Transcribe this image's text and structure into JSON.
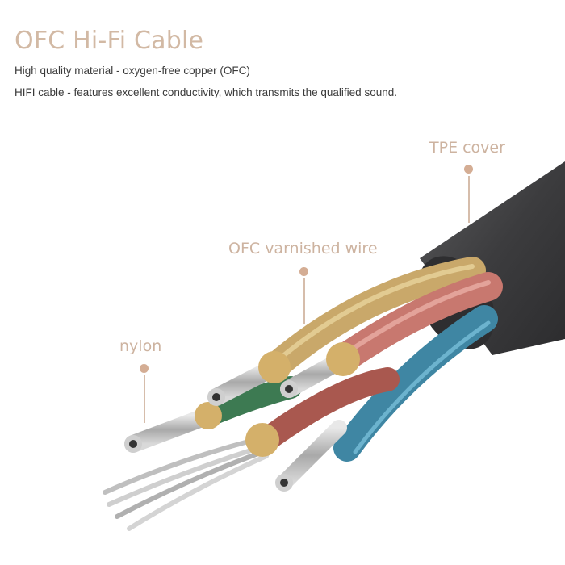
{
  "header": {
    "title": "OFC Hi-Fi Cable",
    "line1": "High quality material - oxygen-free copper (OFC)",
    "line2": "HIFI cable - features excellent conductivity, which transmits the qualified sound."
  },
  "callouts": [
    {
      "label": "TPE cover"
    },
    {
      "label": "OFC varnished wire"
    },
    {
      "label": "nylon"
    }
  ],
  "colors": {
    "title": "#d2b9a4",
    "callout_text": "#cdb3a0",
    "callout_marker": "#d4ad94",
    "jacket": "#3f3f41",
    "gold_wire": "#c9a86a",
    "red_wire": "#c8786f",
    "blue_wire": "#3f86a3",
    "green_wire": "#3d7a52",
    "nylon": "#b9b9b9"
  }
}
